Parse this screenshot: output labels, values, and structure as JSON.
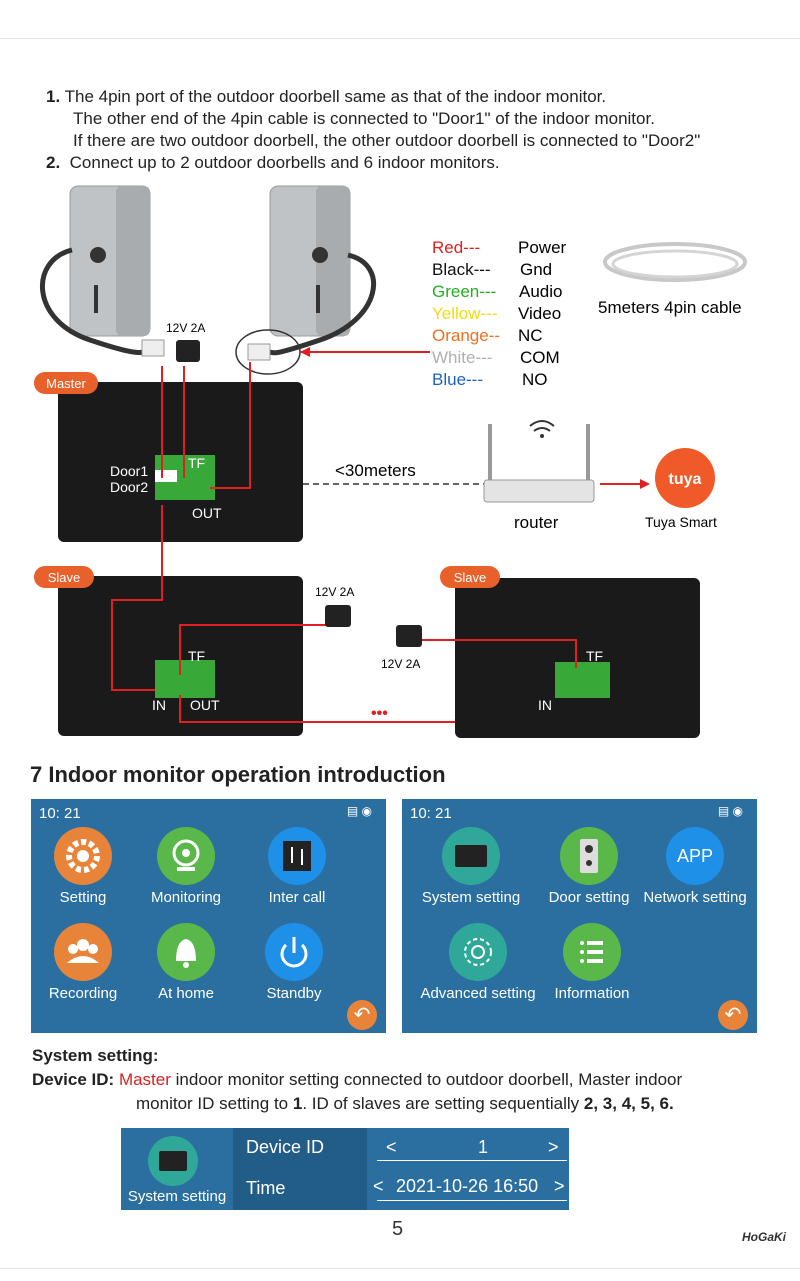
{
  "instructions": [
    {
      "num": "1.",
      "text": "The 4pin port of the outdoor doorbell same as that of the indoor monitor."
    },
    {
      "num": "",
      "text": "The other end of the 4pin cable is connected to \"Door1\" of the indoor monitor."
    },
    {
      "num": "",
      "text": "If there are two outdoor doorbell, the other outdoor doorbell is connected to \"Door2\""
    },
    {
      "num": "2.",
      "text": "Connect up to 2 outdoor doorbells and 6 indoor monitors."
    }
  ],
  "wiring": {
    "legend": [
      {
        "color_name": "Red---",
        "fn": "Power",
        "color": "#e02020"
      },
      {
        "color_name": "Black---",
        "fn": "Gnd",
        "color": "#111111"
      },
      {
        "color_name": "Green---",
        "fn": "Audio",
        "color": "#22b022"
      },
      {
        "color_name": "Yellow---",
        "fn": "Video",
        "color": "#f2dd10"
      },
      {
        "color_name": "Orange--",
        "fn": "NC",
        "color": "#f07020"
      },
      {
        "color_name": "White---",
        "fn": "COM",
        "color": "#b0b0b0"
      },
      {
        "color_name": "Blue---",
        "fn": "NO",
        "color": "#1e62c8"
      }
    ],
    "cable_label": "5meters 4pin cable",
    "power_label": "12V 2A",
    "master_badge": "Master",
    "slave_badge": "Slave",
    "door1": "Door1",
    "door2": "Door2",
    "tf": "TF",
    "out": "OUT",
    "in": "IN",
    "distance": "<30meters",
    "router": "router",
    "tuya_logo": "tuya",
    "tuya_label": "Tuya Smart",
    "dots": "•••"
  },
  "section_title": "7  Indoor monitor operation introduction",
  "screen_main": {
    "time": "10: 21",
    "tiles": [
      {
        "label": "Setting",
        "icon": "gear-icon",
        "color": "#e8843a"
      },
      {
        "label": "Monitoring",
        "icon": "camera-icon",
        "color": "#5ab84a"
      },
      {
        "label": "Inter call",
        "icon": "intercall-icon",
        "color": "#1e90e8"
      },
      {
        "label": "Recording",
        "icon": "people-icon",
        "color": "#e8843a"
      },
      {
        "label": "At home",
        "icon": "bell-icon",
        "color": "#5ab84a"
      },
      {
        "label": "Standby",
        "icon": "power-icon",
        "color": "#1e90e8"
      }
    ]
  },
  "screen_setting": {
    "time": "10: 21",
    "tiles": [
      {
        "label": "System setting",
        "icon": "monitor-icon",
        "color": "#2fa89a"
      },
      {
        "label": "Door setting",
        "icon": "doorbell-icon",
        "color": "#5ab84a"
      },
      {
        "label": "Network setting",
        "icon": "app-icon",
        "color": "#1e90e8",
        "text": "APP"
      },
      {
        "label": "Advanced setting",
        "icon": "advanced-gear-icon",
        "color": "#2fa89a"
      },
      {
        "label": "Information",
        "icon": "list-icon",
        "color": "#5ab84a"
      }
    ]
  },
  "system": {
    "heading": "System setting:",
    "device_id_label": "Device ID:",
    "master": "Master",
    "line1_rest": " indoor  monitor setting connected to outdoor doorbell,  Master indoor",
    "line2_a": "monitor ID setting to ",
    "line2_one": "1",
    "line2_b": ".  ID of slaves are setting sequentially ",
    "line2_ids": "2, 3, 4, 5, 6."
  },
  "settings_table": {
    "icon_label": "System setting",
    "rows": [
      {
        "label": "Device ID",
        "left": "<",
        "value": "1",
        "right": ">"
      },
      {
        "label": "Time",
        "left": "<",
        "value": "2021-10-26 16:50",
        "right": ">"
      }
    ]
  },
  "page_number": "5",
  "logo_text": "HoGaKi"
}
